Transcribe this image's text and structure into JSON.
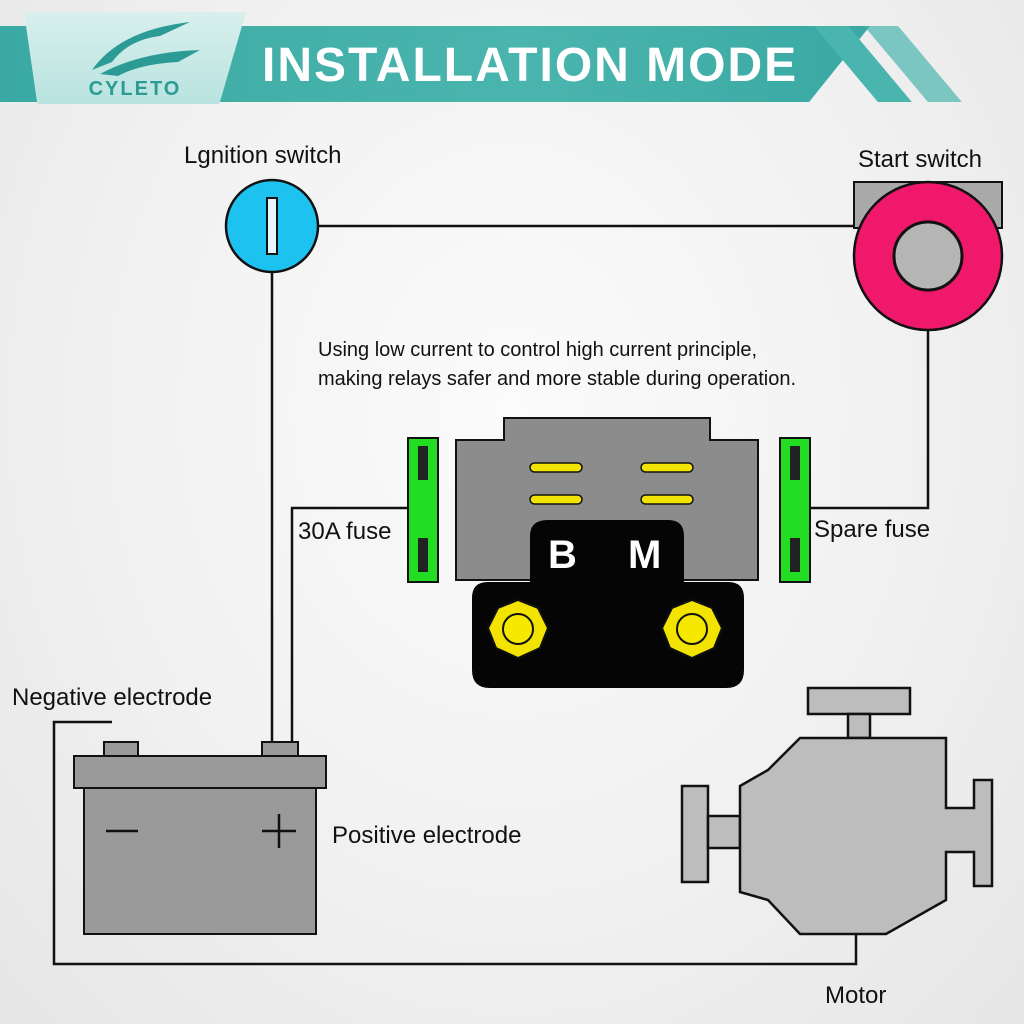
{
  "header": {
    "brand": "CYLETO",
    "title": "INSTALLATION MODE"
  },
  "labels": {
    "ignition_switch": "Lgnition switch",
    "start_switch": "Start switch",
    "fuse_30a": "30A fuse",
    "spare_fuse": "Spare fuse",
    "negative_electrode": "Negative electrode",
    "positive_electrode": "Positive electrode",
    "motor": "Motor"
  },
  "description": {
    "line1": "Using low current to control high current principle,",
    "line2": "making relays safer and more stable during operation."
  },
  "relay": {
    "terminal_b": "B",
    "terminal_m": "M"
  },
  "colors": {
    "brand_teal": "#3aa9a3",
    "ignition_switch": "#1ec2f0",
    "start_switch": "#f0186a",
    "fuse": "#22dd22",
    "terminal": "#f2e400",
    "component_gray": "#8c8c8c"
  }
}
